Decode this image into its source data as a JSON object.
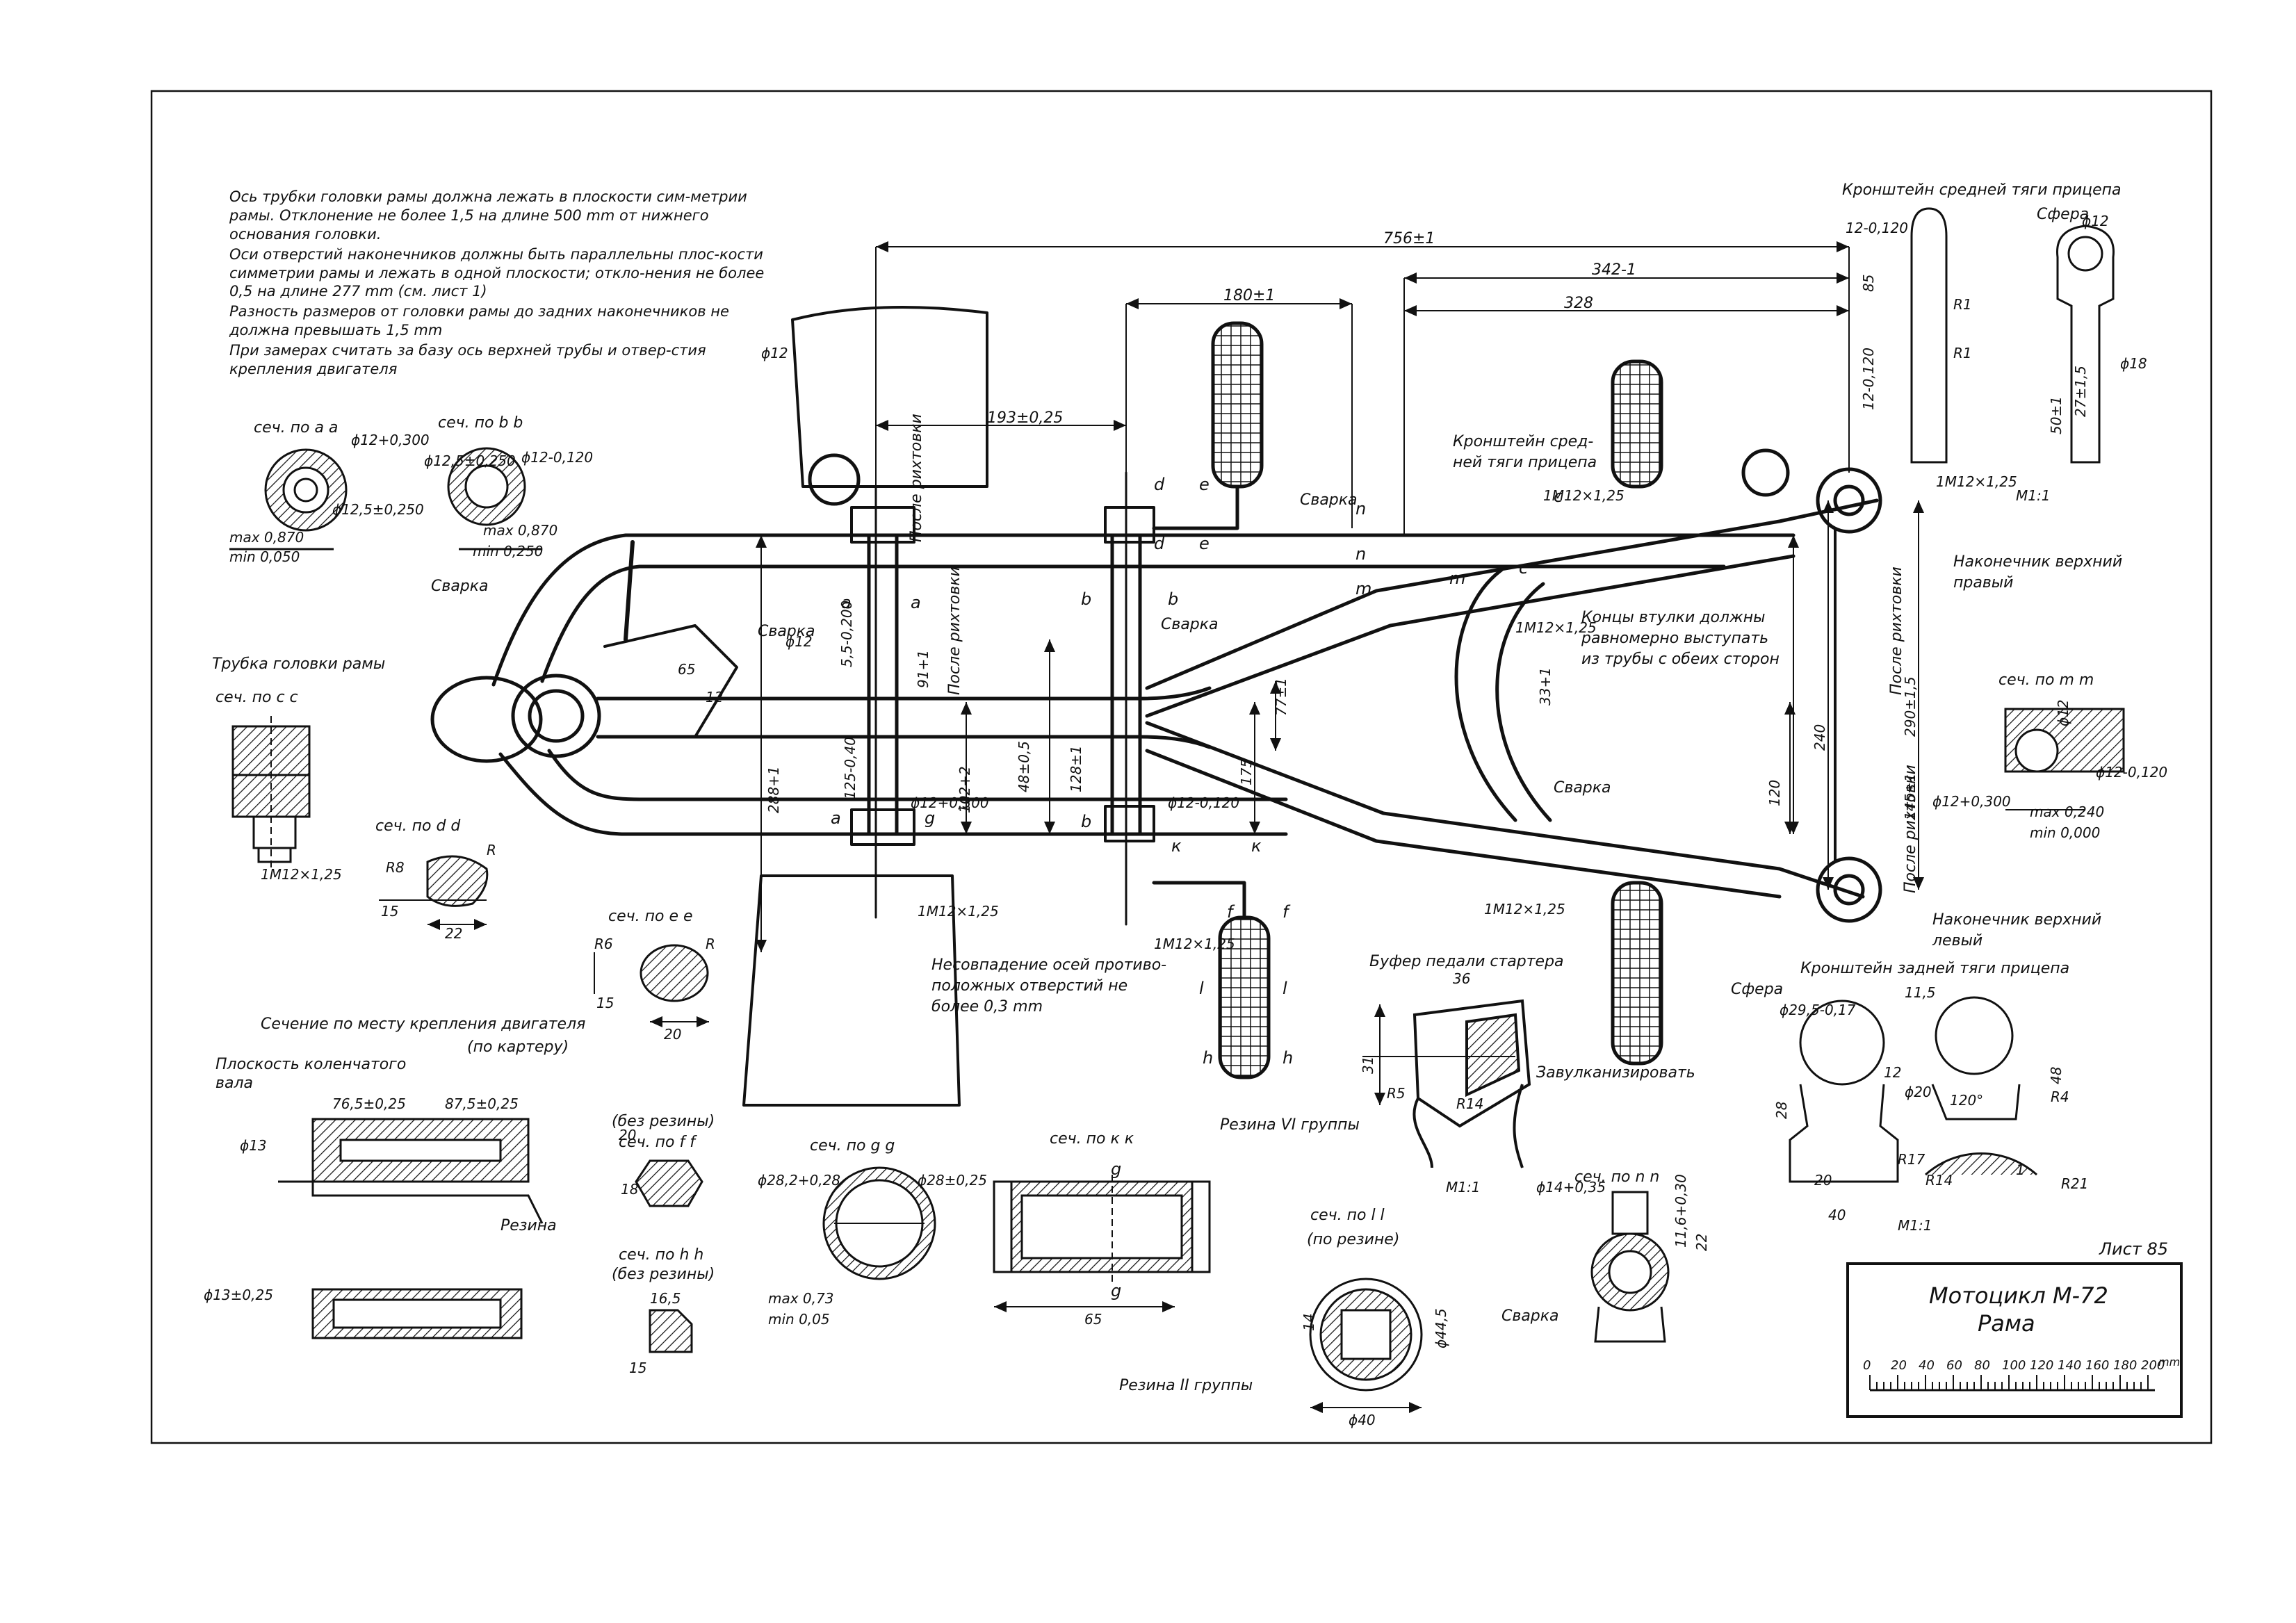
{
  "notes": [
    "Ось трубки головки рамы должна лежать в плоскости сим-метрии рамы. Отклонение не более 1,5 на длине 500 mm от нижнего основания головки.",
    "Оси отверстий наконечников должны быть параллельны плос-кости симметрии рамы и лежать в одной плоскости; откло-нения не более 0,5 на длине 277 mm (см. лист 1)",
    "Разность размеров от головки рамы до задних наконечников не должна превышать 1,5 mm",
    "При замерах считать за базу ось верхней трубы и отвер-стия крепления двигателя"
  ],
  "labels": {
    "sec_aa": "сеч. по а а",
    "sec_bb": "сеч. по b b",
    "sec_cc": "сеч. по с с",
    "sec_dd": "сеч. по d d",
    "sec_ee": "сеч. по е е",
    "sec_ff": "сеч. по f f",
    "sec_ff_note": "(без резины)",
    "sec_hh": "сеч. по h h",
    "sec_hh_note": "(без резины)",
    "sec_gg": "сеч. по g g",
    "sec_kk": "сеч. по к к",
    "sec_ll": "сеч. по l l",
    "sec_ll_note": "(по резине)",
    "sec_nn": "сеч. по n n",
    "sec_mm": "сеч. по m m",
    "engine_section": "Сечение по месту крепления двигателя",
    "engine_section_note": "(по картеру)",
    "crank_plane_1": "Плоскость коленчатого",
    "crank_plane_2": "вала",
    "head_tube": "Трубка головки рамы",
    "svarka": "Сварка",
    "bracket_middle": "Кронштейн средней тяги прицепа",
    "bracket_middle_short_1": "Кронштейн сред-",
    "bracket_middle_short_2": "ней тяги прицепа",
    "bracket_rear": "Кронштейн задней тяги прицепа",
    "sfera": "Сфера",
    "tip_right_1": "Наконечник верхний",
    "tip_right_2": "правый",
    "tip_left_1": "Наконечник верхний",
    "tip_left_2": "левый",
    "bushing_1": "Концы втулки должны",
    "bushing_2": "равномерно выступать",
    "bushing_3": "из трубы с обеих сторон",
    "misalign_1": "Несовпадение осей противо-",
    "misalign_2": "положных отверстий не",
    "misalign_3": "более 0,3 mm",
    "buffer": "Буфер педали стартера",
    "vulcanize": "Завулканизировать",
    "rubber_vi": "Резина VI группы",
    "rubber_ii": "Резина II группы",
    "rubber": "Резина",
    "after_straightening": "После рихтовки",
    "scale": "М1:1"
  },
  "dimensions": {
    "d756": "756±1",
    "d342": "342-1",
    "d328": "328",
    "d180": "180±1",
    "d193": "193±0,25",
    "d91": "91+1",
    "d288": "288+1",
    "d125": "125-0,40",
    "d102": "102+2",
    "d48": "48±0,5",
    "d128": "128±1",
    "d175": "175",
    "d77": "77±1",
    "d120": "120",
    "d240": "240",
    "d290": "290±1,5",
    "d145": "145±1",
    "d33": "33+1",
    "d65": "65",
    "d12": "12",
    "d55": "5,5-0,200",
    "d36": "36",
    "d31": "31",
    "dR5": "R5",
    "dR14": "R14",
    "dR6": "R6",
    "dR8": "R8",
    "dR": "R",
    "d15": "15",
    "d22": "22",
    "d20": "20",
    "d18": "18",
    "d16_5": "16,5",
    "phi12": "ϕ12",
    "phi12_ab": "ϕ12+0,300",
    "phi12_tol": "ϕ12-0,120",
    "phi125": "ϕ12,5±0,250",
    "phi12_5_250": "ϕ12,5±0,250",
    "max0870": "max 0,870",
    "min0050": "min 0,050",
    "min0250": "min 0,250",
    "thread": "1M12×1,25",
    "d765": "76,5±0,25",
    "d875": "87,5±0,25",
    "phi13": "ϕ13",
    "phi13_tol": "ϕ13±0,25",
    "phi282": "ϕ28,2+0,28",
    "phi28": "ϕ28±0,25",
    "max073": "max 0,73",
    "min005": "min 0,05",
    "d65kk": "65",
    "phi40": "ϕ40",
    "phi445": "ϕ44,5",
    "d14": "14",
    "phi14": "ϕ14+0,35",
    "d116": "11,6+0,30",
    "d22nn": "22",
    "max0240": "max 0,240",
    "min0000": "min 0,000",
    "phi12_mm": "ϕ12-0,120",
    "phi12_mm2": "ϕ12+0,300",
    "d12_br": "12-0,120",
    "d85": "85",
    "d50": "50±1",
    "d27": "27±1,5",
    "phi18": "ϕ18",
    "dR1": "R1",
    "phi295": "ϕ29,5-0,17",
    "d115": "11,5",
    "d28": "28",
    "d12b": "12",
    "phi20": "ϕ20",
    "d120deg": "120°",
    "dR4": "R4",
    "dR17": "R17",
    "dR21": "R21",
    "d20b": "20",
    "d40b": "40",
    "d48b": "48",
    "d1": "1"
  },
  "letters": {
    "a": "a",
    "b": "b",
    "c": "c",
    "d": "d",
    "e": "e",
    "f": "f",
    "g": "g",
    "h": "h",
    "k": "к",
    "l": "l",
    "m": "m",
    "n": "n"
  },
  "title_block": {
    "sheet": "Лист 85",
    "name_1": "Мотоцикл М-72",
    "name_2": "Рама",
    "scale_ticks": [
      "0",
      "20",
      "40",
      "60",
      "80",
      "100",
      "120",
      "140",
      "160",
      "180",
      "200"
    ],
    "scale_unit": "mm"
  }
}
